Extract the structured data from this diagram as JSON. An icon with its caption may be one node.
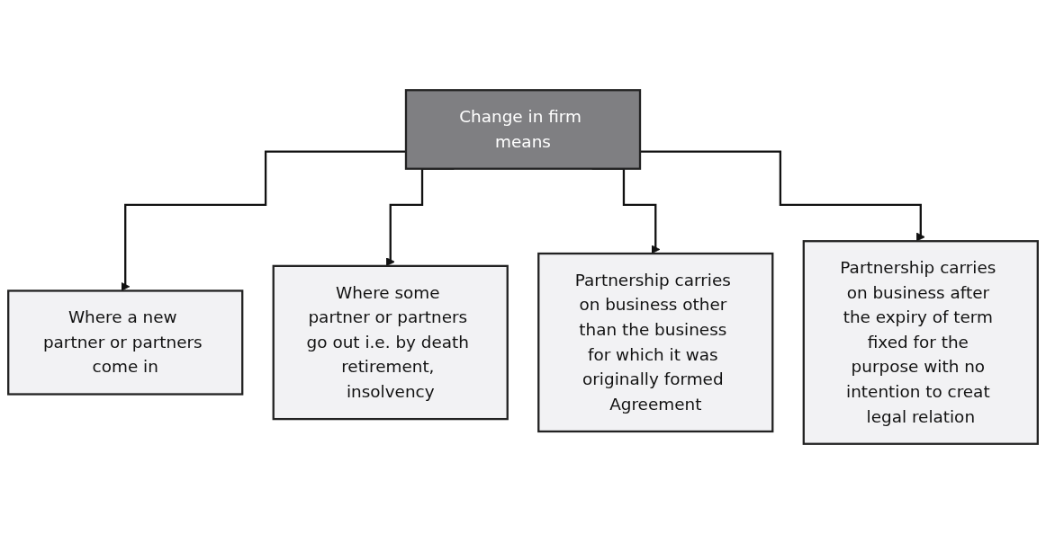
{
  "diagram": {
    "nodes": [
      {
        "text": [
          "Change in firm means"
        ]
      },
      {
        "text": [
          "Where a new partner or partners come in"
        ]
      },
      {
        "text": [
          "Where some partner or partners go out i.e. by death retirement, insolvency"
        ]
      },
      {
        "text": [
          "Partnership carries on business other than the business for which it was originally formed Agreement"
        ]
      },
      {
        "text": [
          "Partnership carries on business after the expiry of term fixed for the purpose with no intention to creat legal relation"
        ]
      }
    ],
    "edges": [
      {
        "from": 0,
        "to": 1,
        "arrow": "to"
      },
      {
        "from": 0,
        "to": 2,
        "arrow": "to"
      },
      {
        "from": 0,
        "to": 3,
        "arrow": "to"
      },
      {
        "from": 0,
        "to": 4,
        "arrow": "to"
      }
    ]
  }
}
